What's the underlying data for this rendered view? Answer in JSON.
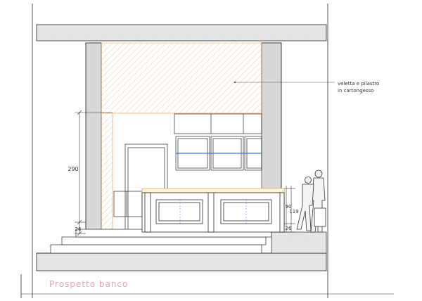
{
  "drawing": {
    "title": "Prospetto banco",
    "annotation_line1": "veletta e pilastro",
    "annotation_line2": "in cartongesso",
    "dim_total_height": "290",
    "dim_base_left": "26",
    "dim_counter_height": "90",
    "dim_counter_total": "119",
    "dim_base_right": "26"
  },
  "colors": {
    "line": "#2a2a2a",
    "wall_fill": "#dcdcdc",
    "hatch": "#e8a566",
    "title": "#f0a0a8",
    "accent_blue": "#3b6fd8",
    "dim": "#333333"
  }
}
